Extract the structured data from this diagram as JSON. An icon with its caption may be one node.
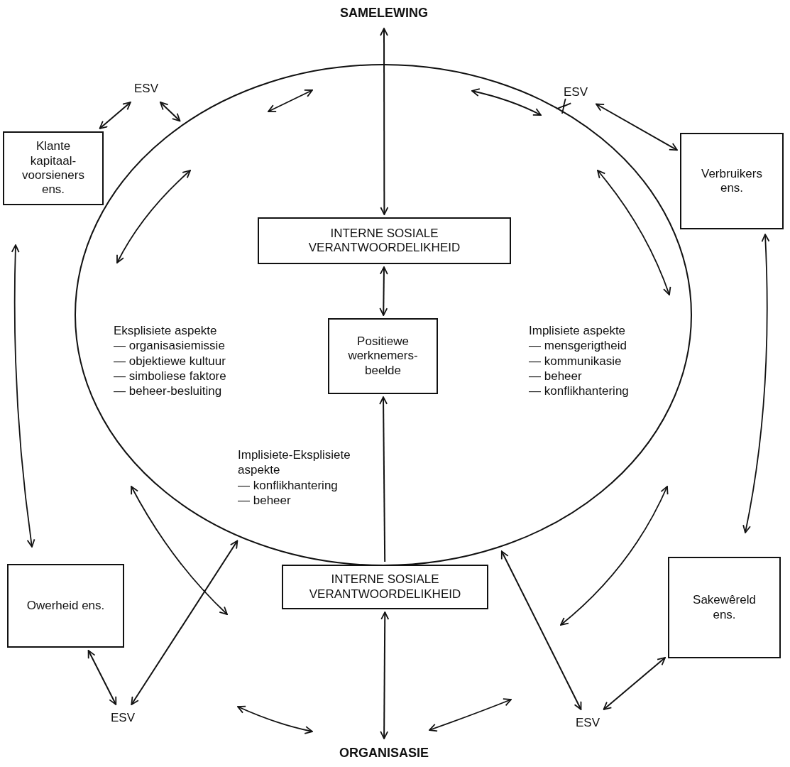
{
  "diagram": {
    "nodes": [
      {
        "text": [
          "SAMELEWING"
        ]
      },
      {
        "text": [],
        "shape": "circle"
      },
      {
        "text": [
          "INTERNE SOSIALE VERANTWOORDELIKHEID"
        ],
        "in": 1
      },
      {
        "text": [
          "Positiewe werknemers-beelde"
        ],
        "in": 1
      },
      {
        "text": [
          "INTERNE SOSIALE VERANTWOORDELIKHEID"
        ]
      },
      {
        "text": [
          "ORGANISASIE"
        ]
      },
      {
        "text": [
          "Klante kapitaal-voorsieners ens."
        ]
      },
      {
        "text": [
          "ESV"
        ]
      },
      {
        "text": [
          "ESV"
        ]
      },
      {
        "text": [
          "Verbruikers ens."
        ]
      },
      {
        "text": [
          "Owerheid ens."
        ]
      },
      {
        "text": [
          "ESV"
        ]
      },
      {
        "text": [
          "ESV"
        ]
      },
      {
        "text": [
          "Sakewêreld ens."
        ]
      }
    ],
    "edges": [
      {
        "from": 0,
        "to": 2,
        "arrow": "both"
      },
      {
        "from": 2,
        "to": 3,
        "arrow": "both"
      },
      {
        "from": 4,
        "to": 3,
        "arrow": "to"
      },
      {
        "from": 4,
        "to": 5,
        "arrow": "both"
      },
      {
        "from": 7,
        "to": 6,
        "arrow": "both"
      },
      {
        "from": 7,
        "to": 1,
        "arrow": "both"
      },
      {
        "from": 8,
        "to": 1,
        "arrow": "both"
      },
      {
        "from": 8,
        "to": 9,
        "arrow": "both"
      },
      {
        "from": 11,
        "to": 10,
        "arrow": "both"
      },
      {
        "from": 11,
        "to": 1,
        "arrow": "both"
      },
      {
        "from": 12,
        "to": 13,
        "arrow": "both"
      },
      {
        "from": 12,
        "to": 1,
        "arrow": "both"
      }
    ],
    "labels": [
      "Eksplisiete aspekte",
      "— organisasiemissie",
      "— objektiewe kultuur",
      "— simboliese faktore",
      "— beheer-besluiting",
      "Implisiete aspekte",
      "— mensgerigtheid",
      "— kommunikasie",
      "— beheer",
      "— konflikhantering",
      "Implisiete-Eksplisiete aspekte",
      "— konflikhantering",
      "— beheer"
    ]
  }
}
